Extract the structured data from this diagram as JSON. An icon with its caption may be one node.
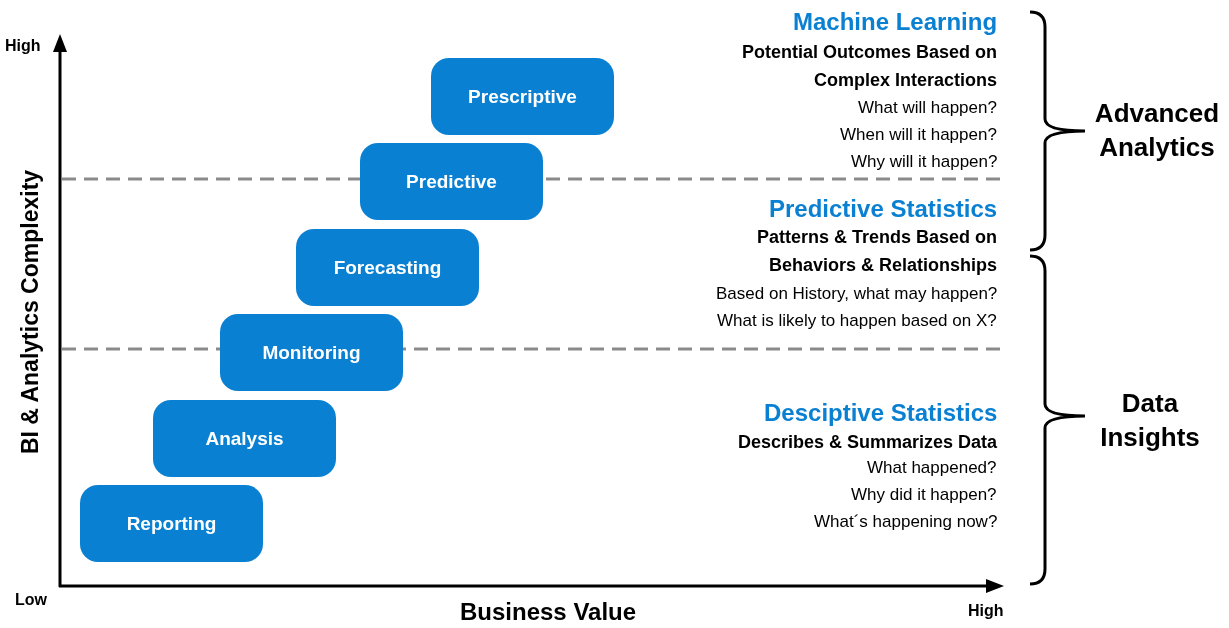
{
  "diagram": {
    "nodes": [
      {
        "text": [
          "Prescriptive"
        ]
      },
      {
        "text": [
          "Predictive"
        ]
      },
      {
        "text": [
          "Forecasting"
        ]
      },
      {
        "text": [
          "Monitoring"
        ]
      },
      {
        "text": [
          "Analysis"
        ]
      },
      {
        "text": [
          "Reporting"
        ]
      }
    ],
    "labels": [
      "High",
      "Machine Learning",
      "Potential Outcomes Based on Complex Interactions",
      "What will happen?",
      "When will it happen?",
      "Why will it happen?",
      "Advanced Analytics",
      "Predictive Statistics",
      "Patterns & Trends Based on Behaviors & Relationships",
      "Based on History, what may happen?",
      "What is likely to happen based on X?",
      "Desciptive Statistics",
      "Data Insights",
      "Describes & Summarizes Data",
      "What happened?",
      "Why did it happen?",
      "What´s happening now?",
      "BI & Analytics Complexity",
      "Low",
      "Business Value",
      "High"
    ]
  }
}
